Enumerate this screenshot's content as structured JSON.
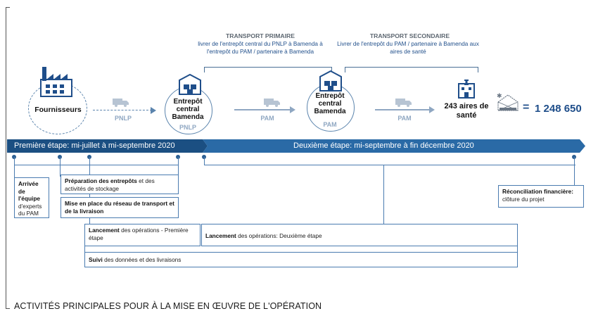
{
  "nodes": {
    "suppliers": "Fournisseurs",
    "central_warehouse": "Entrepôt central Bamenda",
    "central_warehouse_sub": "PNLP",
    "wfp_warehouse": "Entrepôt central Bamenda",
    "wfp_warehouse_sub": "PAM",
    "health_areas": "243 aires de santé"
  },
  "segments": {
    "primary_title": "TRANSPORT PRIMAIRE",
    "primary_desc": "livrer de l'entrepôt central du PNLP à Bamenda à l'entrepôt du PAM / partenaire à Bamenda",
    "secondary_title": "TRANSPORT SECONDAIRE",
    "secondary_desc": "Livrer de l'entrepôt du PAM / partenaire à Bamenda aux aires de santé"
  },
  "transport_labels": {
    "first": "PNLP",
    "second": "PAM",
    "third": "PAM"
  },
  "result": {
    "equals": "=",
    "value": "1 248 650"
  },
  "phases": {
    "first": "Première étape: mi-juillet à mi-septembre 2020",
    "second": "Deuxième étape: mi-septembre à fin décembre 2020"
  },
  "activities": {
    "arrival_bold": "Arrivée de l'équipe",
    "arrival_rest": "d'experts du PAM",
    "prep_bold": "Préparation des entrepôts",
    "prep_rest": " et des activités de stockage",
    "network_bold": "Mise en place du réseau de transport et de la livraison",
    "launch1_bold": "Lancement",
    "launch1_rest": " des opérations - Première étape",
    "launch2_bold": "Lancement",
    "launch2_rest": " des opérations: Deuxième étape",
    "tracking_bold": "Suivi",
    "tracking_rest": " des données et des livraisons",
    "reconciliation_bold": "Réconciliation financière:",
    "reconciliation_rest": "clôture du projet"
  },
  "footer": "ACTIVITÉS PRINCIPALES POUR À LA MISE EN ŒUVRE DE L'OPÉRATION",
  "colors": {
    "band_dark": "#1b4f82",
    "band_light": "#2a6aa6",
    "accent": "#1f4e8a"
  }
}
